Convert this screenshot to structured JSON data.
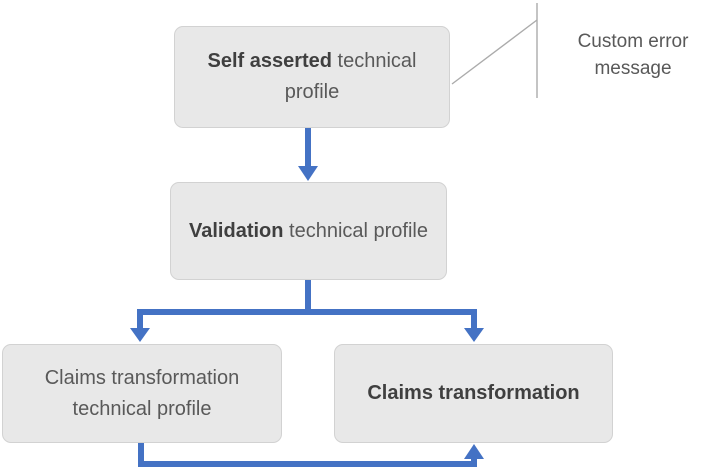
{
  "diagram": {
    "nodes": {
      "self_asserted": {
        "bold": "Self asserted",
        "rest": " technical profile"
      },
      "validation": {
        "bold": "Validation",
        "rest": " technical profile"
      },
      "claims_transformation_profile": {
        "text": "Claims transformation technical profile"
      },
      "claims_transformation": {
        "bold": "Claims transformation"
      }
    },
    "callout": {
      "text": "Custom error message"
    },
    "colors": {
      "connector_blue": "#4472c4",
      "box_fill": "#e8e8e8",
      "box_border": "#d2d2d2",
      "text_bold": "#3f3f3f",
      "text_regular": "#595959",
      "callout_line": "#ababab"
    }
  }
}
